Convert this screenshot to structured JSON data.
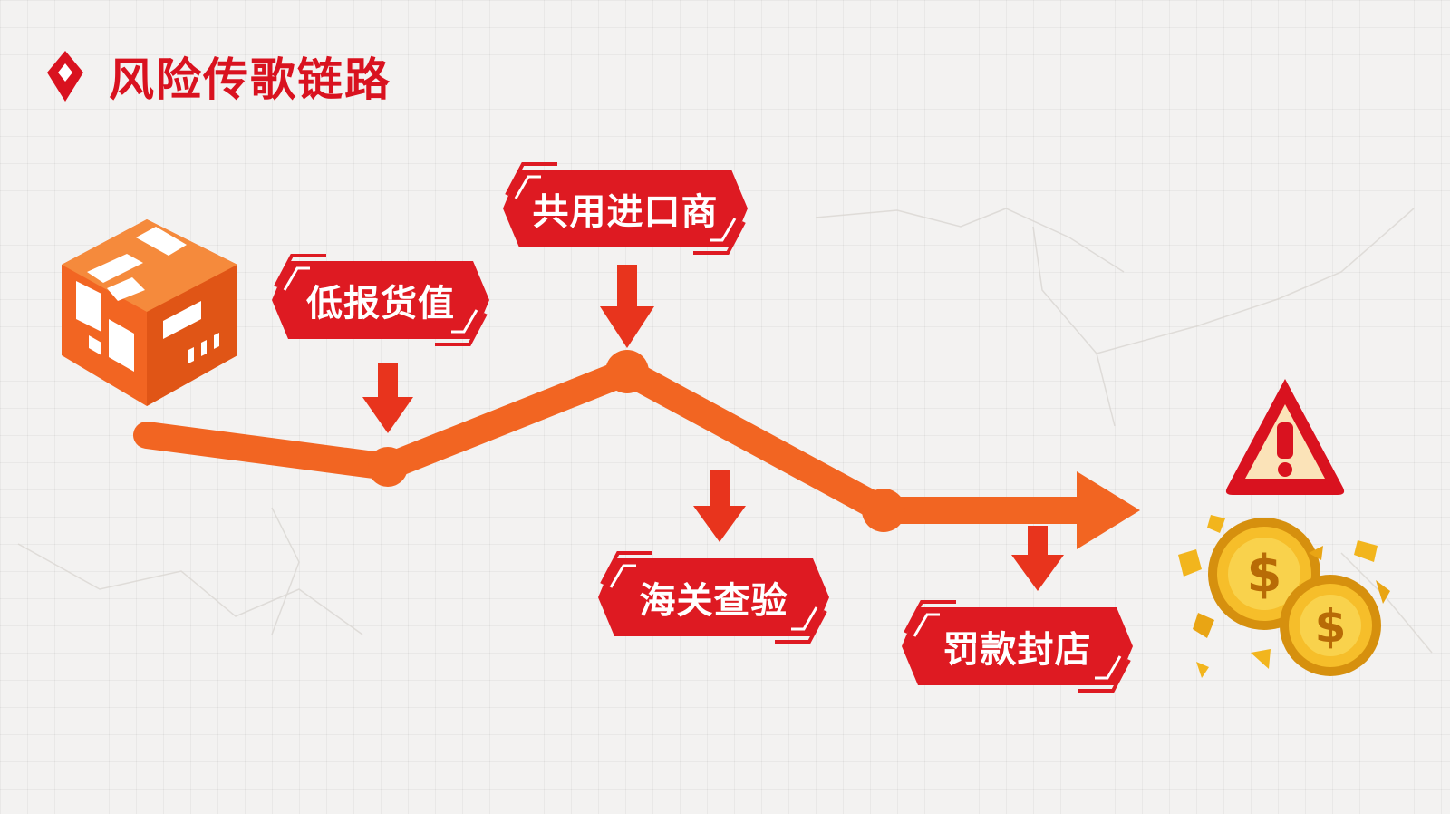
{
  "title": "风险传歌链路",
  "nodes": [
    {
      "id": "low-declare",
      "label": "低报货值"
    },
    {
      "id": "shared-importer",
      "label": "共用进口商"
    },
    {
      "id": "customs-inspection",
      "label": "海关查验"
    },
    {
      "id": "fine-store-closure",
      "label": "罚款封店"
    }
  ],
  "icons": {
    "start": "package-box-icon",
    "end_warning": "warning-triangle-icon",
    "end_money": "broken-coins-icon",
    "title_marker": "location-pin-icon"
  },
  "colors": {
    "accent_red": "#d9121f",
    "path_orange": "#f26522",
    "coin_gold": "#f2b51d"
  }
}
